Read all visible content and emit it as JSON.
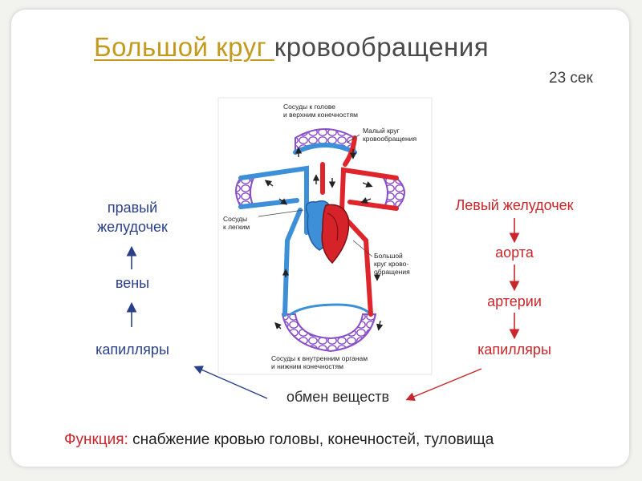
{
  "title": {
    "highlight": "Большой круг ",
    "rest": "кровообращения"
  },
  "timer": "23 сек",
  "left_column": {
    "item1_line1": "правый",
    "item1_line2": "желудочек",
    "item2": "вены",
    "item3": "капилляры"
  },
  "right_column": {
    "item1": "Левый желудочек",
    "item2": "аорта",
    "item3": "артерии",
    "item4": "капилляры"
  },
  "center_label": "обмен веществ",
  "diagram": {
    "label_head_1": "Сосуды к голове",
    "label_head_2": "и верхним конечностям",
    "label_small_1": "Малый круг",
    "label_small_2": "кровообращения",
    "label_lungs_1": "Сосуды",
    "label_lungs_2": "к легким",
    "label_big_1": "Большой",
    "label_big_2": "круг крово-",
    "label_big_3": "обращения",
    "label_organs_1": "Сосуды к внутренним органам",
    "label_organs_2": "и нижним конечностям"
  },
  "function": {
    "key": "Функция:",
    "text": " снабжение кровью головы, конечностей, туловища"
  },
  "colors": {
    "accent": "#c49a1e",
    "blue_text": "#2a3f8a",
    "red_text": "#c8262a",
    "blood_red": "#e0242c",
    "blood_blue": "#3d8fd8",
    "capillary": "#8a4fc8"
  }
}
